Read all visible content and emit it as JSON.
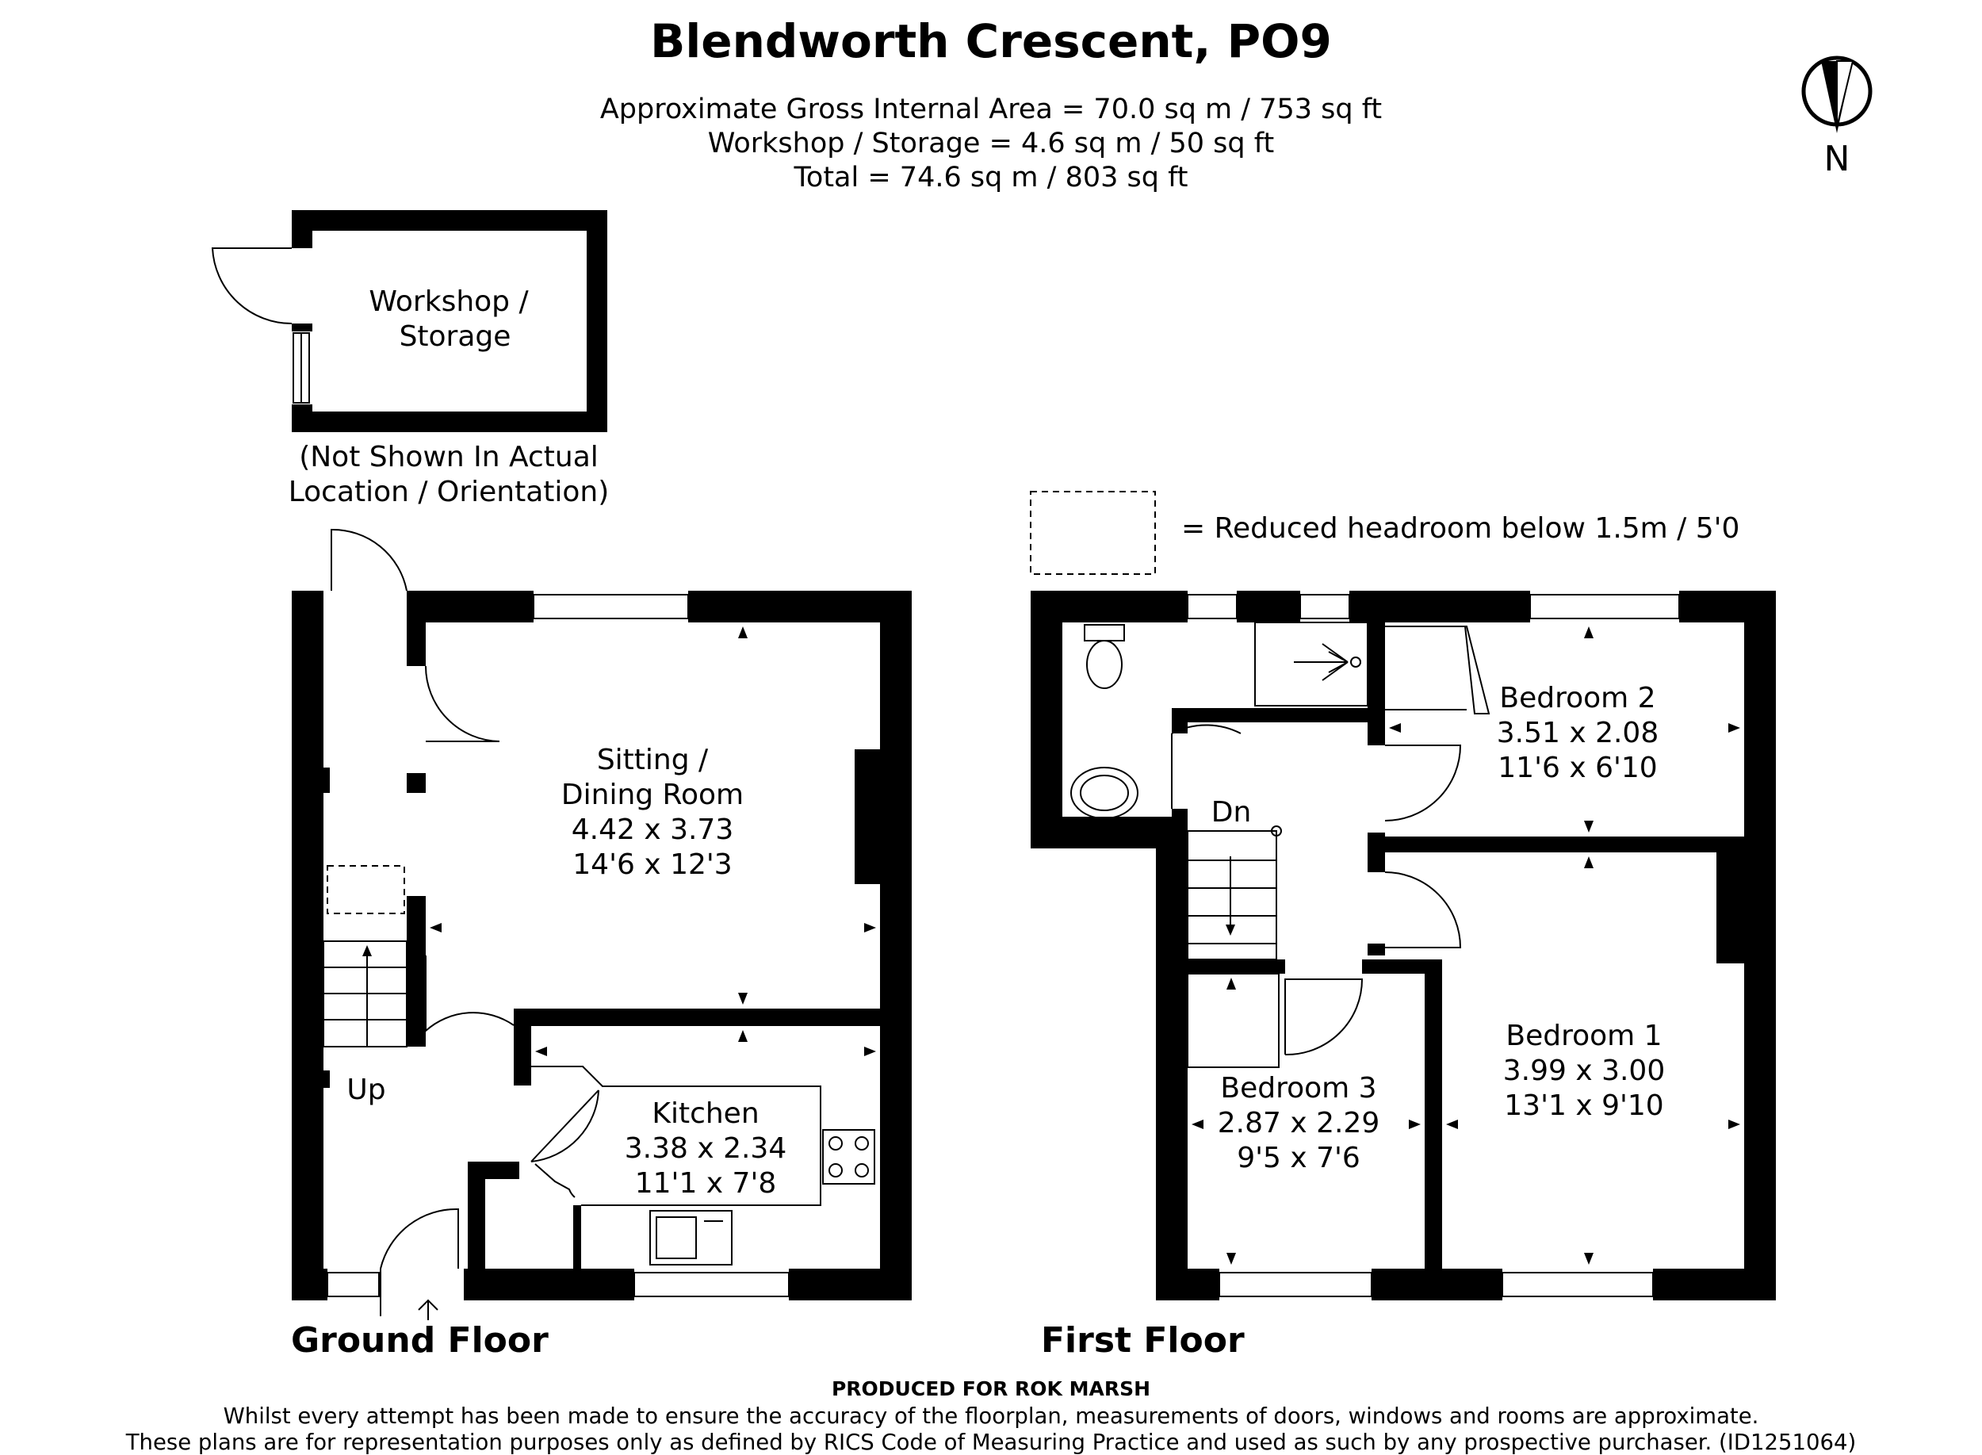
{
  "header": {
    "title": "Blendworth Crescent, PO9",
    "area_lines": [
      "Approximate Gross Internal Area = 70.0 sq m / 753 sq ft",
      "Workshop / Storage = 4.6 sq m / 50 sq ft",
      "Total =  74.6 sq m / 803 sq ft"
    ]
  },
  "compass": {
    "label": "N"
  },
  "outbuilding": {
    "name_lines": [
      "Workshop /",
      "Storage"
    ],
    "note_lines": [
      "(Not Shown In Actual",
      "Location / Orientation)"
    ]
  },
  "legend": {
    "text": "= Reduced headroom below 1.5m / 5'0"
  },
  "ground_floor": {
    "label": "Ground Floor",
    "stairs_label": "Up",
    "rooms": [
      {
        "id": "sitting",
        "lines": [
          "Sitting /",
          "Dining Room",
          "4.42 x 3.73",
          "14'6 x 12'3"
        ]
      },
      {
        "id": "kitchen",
        "lines": [
          "Kitchen",
          "3.38 x 2.34",
          "11'1 x 7'8"
        ]
      }
    ]
  },
  "first_floor": {
    "label": "First Floor",
    "stairs_label": "Dn",
    "rooms": [
      {
        "id": "bedroom2",
        "lines": [
          "Bedroom 2",
          "3.51 x 2.08",
          "11'6 x 6'10"
        ]
      },
      {
        "id": "bedroom1",
        "lines": [
          "Bedroom 1",
          "3.99 x 3.00",
          "13'1 x 9'10"
        ]
      },
      {
        "id": "bedroom3",
        "lines": [
          "Bedroom 3",
          "2.87 x 2.29",
          "9'5 x 7'6"
        ]
      }
    ]
  },
  "footer": {
    "produced_for": "PRODUCED FOR ROK MARSH",
    "disclaimer_lines": [
      "Whilst every attempt has been made to ensure the accuracy of the floorplan, measurements of doors, windows and rooms are approximate.",
      "These plans are for representation purposes only as defined by RICS Code of Measuring Practice and used as such by any prospective purchaser. (ID1251064)"
    ]
  }
}
